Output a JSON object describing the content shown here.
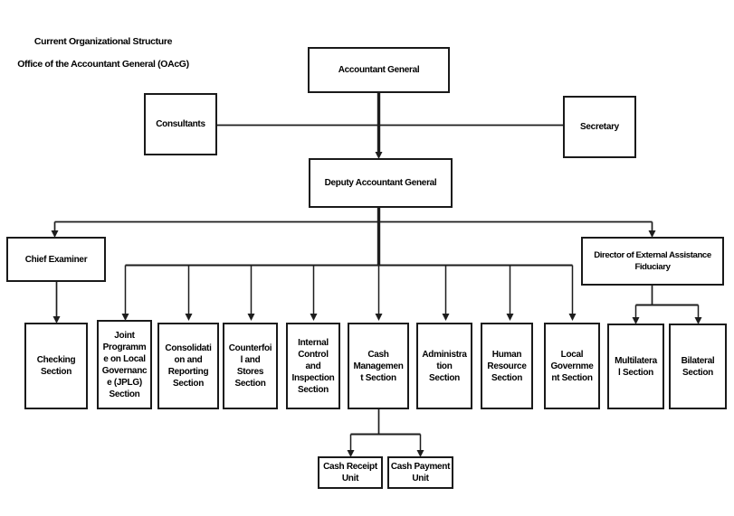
{
  "title": {
    "line1": "Current Organizational Structure",
    "line2": "Office of the Accountant General (OAcG)"
  },
  "colors": {
    "background": "#ffffff",
    "box_border": "#1a1a1a",
    "connector_line": "#1d1d1d",
    "text": "#000000"
  },
  "nodes": {
    "accountant_general": {
      "label": "Accountant General"
    },
    "consultants": {
      "label": "Consultants"
    },
    "secretary": {
      "label": "Secretary"
    },
    "deputy_accountant_general": {
      "label": "Deputy Accountant General"
    },
    "chief_examiner": {
      "label": "Chief Examiner"
    },
    "director_external_assistance_fiduciary": {
      "label": "Director of External Assistance\nFiduciary"
    },
    "checking_section": {
      "label": "Checking\nSection"
    },
    "jplg_section": {
      "label": "Joint\nProgramm\ne on Local\nGovernanc\ne (JPLG)\nSection"
    },
    "consolidation_reporting_section": {
      "label": "Consolidati\non and\nReporting\nSection"
    },
    "counterfoil_stores_section": {
      "label": "Counterfoi\nl and\nStores\nSection"
    },
    "internal_control_inspection_section": {
      "label": "Internal\nControl\nand\nInspection\nSection"
    },
    "cash_management_section": {
      "label": "Cash\nManagemen\nt Section"
    },
    "administration_section": {
      "label": "Administra\ntion\nSection"
    },
    "human_resource_section": {
      "label": "Human\nResource\nSection"
    },
    "local_government_section": {
      "label": "Local\nGovernme\nnt Section"
    },
    "multilateral_section": {
      "label": "Multilatera\nl Section"
    },
    "bilateral_section": {
      "label": "Bilateral\nSection"
    },
    "cash_receipt_unit": {
      "label": "Cash Receipt\nUnit"
    },
    "cash_payment_unit": {
      "label": "Cash Payment\nUnit"
    }
  }
}
